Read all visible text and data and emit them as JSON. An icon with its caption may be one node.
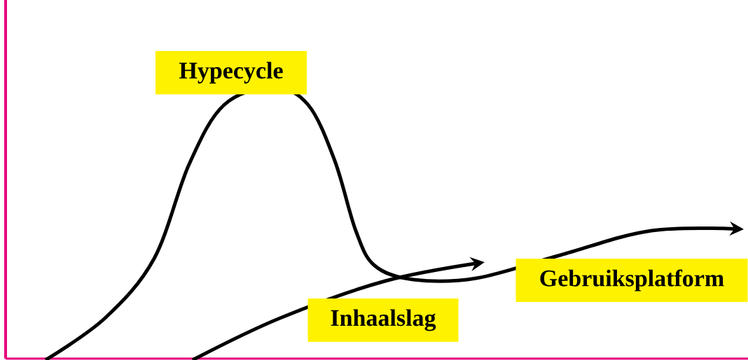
{
  "diagram": {
    "nodes": [
      {
        "text": [
          "Hypecycle"
        ]
      },
      {
        "text": [
          "Inhaalslag"
        ]
      },
      {
        "text": [
          "Gebruiksplatform"
        ]
      }
    ]
  }
}
